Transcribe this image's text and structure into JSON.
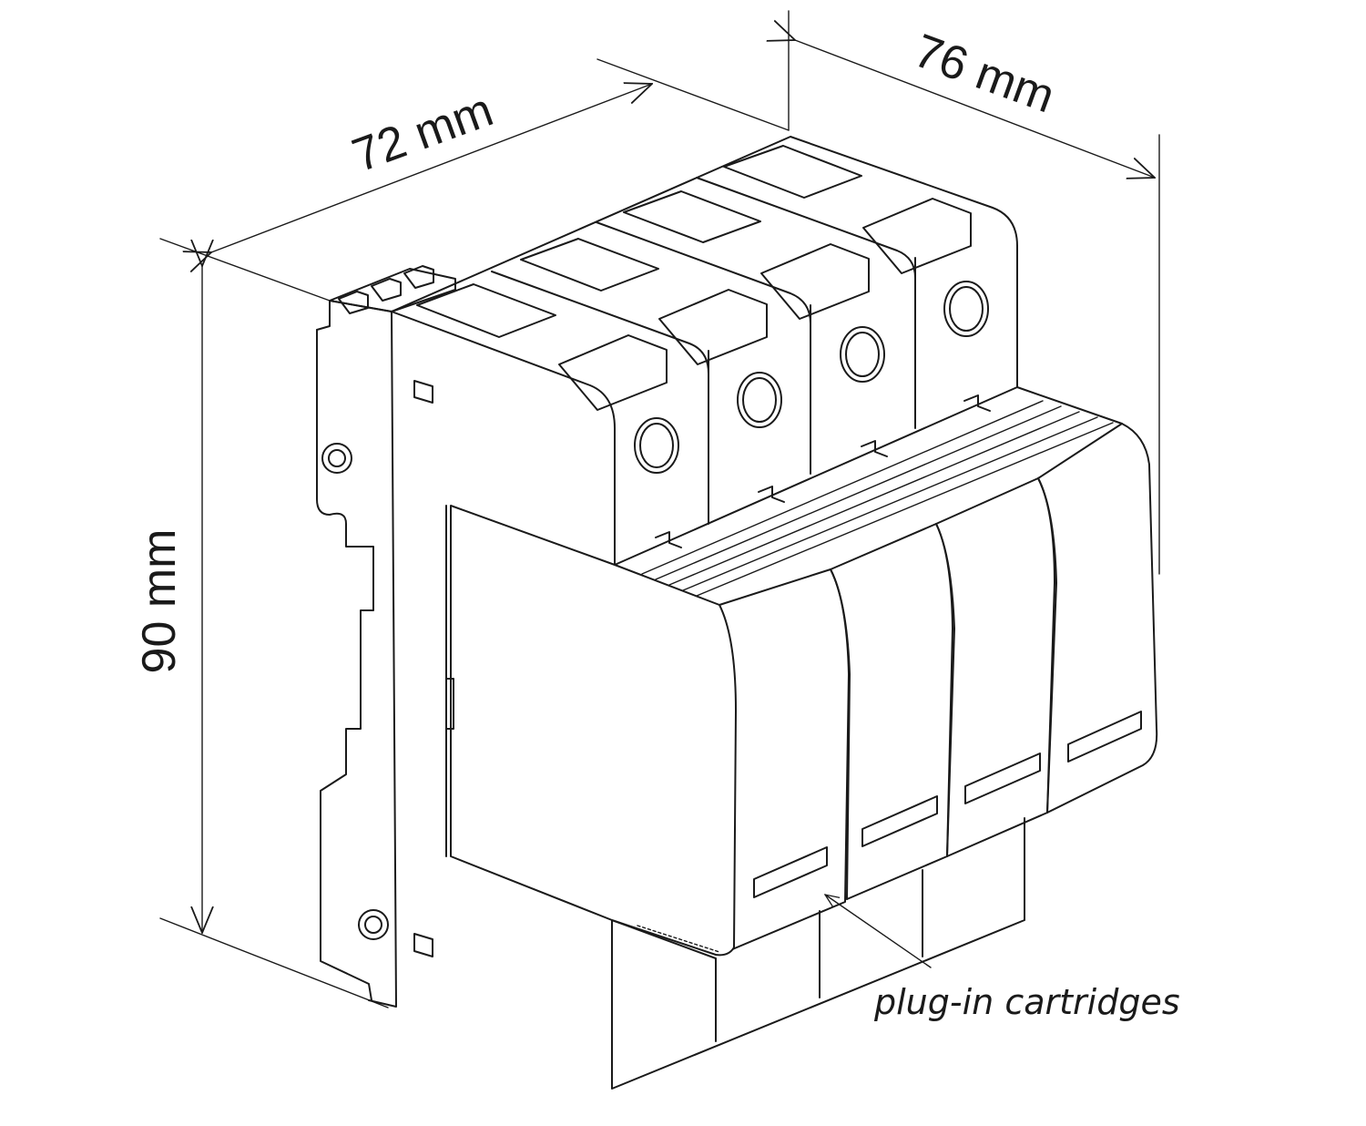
{
  "dimensions": {
    "width_label": "72 mm",
    "depth_label": "76 mm",
    "height_label": "90 mm"
  },
  "callout": {
    "label": "plug-in cartridges"
  },
  "module_count": 4
}
